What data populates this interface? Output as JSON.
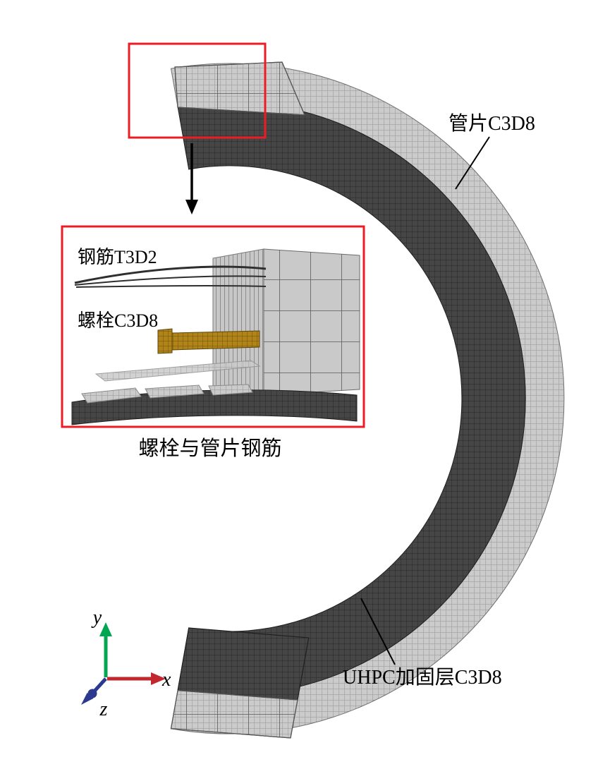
{
  "figure": {
    "type": "finite-element-model-figure",
    "annotations": {
      "segment_label": "管片C3D8",
      "uhpc_label": "UHPC加固层C3D8",
      "inset_caption": "螺栓与管片钢筋"
    },
    "inset": {
      "rebar_label": "钢筋T3D2",
      "bolt_label": "螺栓C3D8"
    },
    "axis_triad": {
      "x": "x",
      "y": "y",
      "z": "z"
    },
    "colors": {
      "highlight_red": "#ed1c24",
      "segment_mesh_light": "#cbcbcb",
      "uhpc_mesh_dark": "#464646",
      "bolt_bronze": "#b08418",
      "axis_x_red": "#c1272d",
      "axis_y_green": "#00a651",
      "axis_z_blue": "#2b3990"
    }
  }
}
